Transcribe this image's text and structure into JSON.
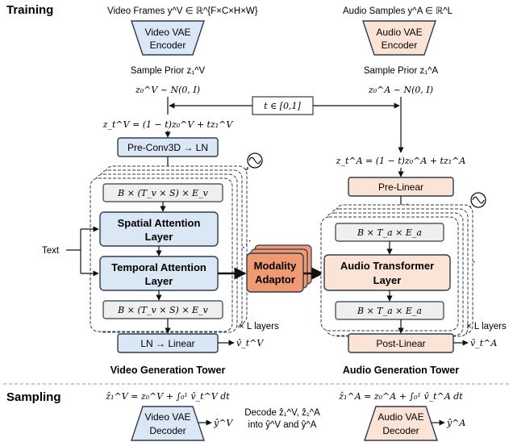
{
  "sections": {
    "training": "Training",
    "sampling": "Sampling"
  },
  "video": {
    "frames_label": "Video Frames y^V ∈ ℝ^{F×C×H×W}",
    "encoder_line1": "Video VAE",
    "encoder_line2": "Encoder",
    "prior_label": "Sample Prior  z₁^V",
    "noise_eq": "z₀^V ~ N(0, I)",
    "interp_eq": "z_t^V = (1 − t)z₀^V + tz₁^V",
    "preconv": "Pre-Conv3D → LN",
    "shape_top": "B × (T_v × S) × E_v",
    "spatial_line1": "Spatial Attention",
    "spatial_line2": "Layer",
    "temporal_line1": "Temporal Attention",
    "temporal_line2": "Layer",
    "shape_bottom": "B × (T_v × S) × E_v",
    "post": "LN → Linear",
    "output": "v̂_t^V",
    "layers_note": "× L layers",
    "tower_label": "Video Generation Tower",
    "sample_eq": "ẑ₁^V = z₀^V + ∫₀¹ v̂_t^V dt",
    "decoder_line1": "Video VAE",
    "decoder_line2": "Decoder",
    "decoded": "ŷ^V"
  },
  "audio": {
    "samples_label": "Audio Samples  y^A ∈ ℝ^L",
    "encoder_line1": "Audio VAE",
    "encoder_line2": "Encoder",
    "prior_label": "Sample Prior  z₁^A",
    "noise_eq": "z₀^A ~ N(0, I)",
    "interp_eq": "z_t^A = (1 − t)z₀^A + tz₁^A",
    "pre": "Pre-Linear",
    "shape_top": "B × T_a × E_a",
    "transformer_line1": "Audio Transformer",
    "transformer_line2": "Layer",
    "shape_bottom": "B × T_a × E_a",
    "post": "Post-Linear",
    "output": "v̂_t^A",
    "layers_note": "× L layers",
    "tower_label": "Audio Generation Tower",
    "sample_eq": "ẑ₁^A = z₀^A + ∫₀¹ v̂_t^A dt",
    "decoder_line1": "Audio VAE",
    "decoder_line2": "Decoder",
    "decoded": "ŷ^A"
  },
  "shared": {
    "time_label": "t ∈ [0,1]",
    "text_label": "Text",
    "adaptor_line1": "Modality",
    "adaptor_line2": "Adaptor",
    "decode_line1": "Decode ẑ₁^V, ẑ₁^A",
    "decode_line2": "into ŷ^V and ŷ^A"
  },
  "colors": {
    "video_fill": "#dae7f5",
    "audio_fill": "#fbe3d6",
    "adaptor_fill": "#ef9a73",
    "shape_fill": "#efefef",
    "stroke": "#2f3b4c"
  }
}
